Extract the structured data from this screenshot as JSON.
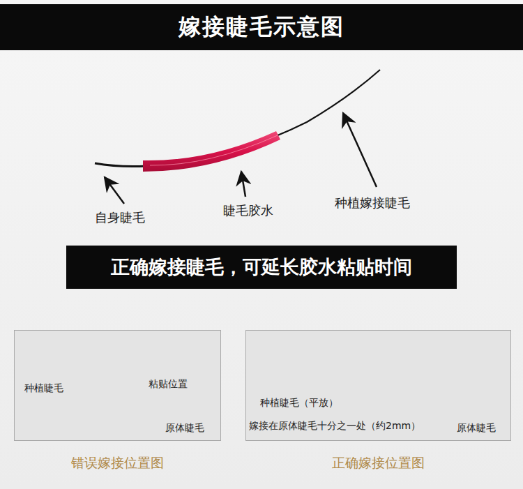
{
  "diagram": {
    "title": "嫁接睫毛示意图",
    "nodes": [
      {
        "text": [
          "正确嫁接睫毛，可延长胶水粘贴时间"
        ]
      },
      {
        "text": [
          "种植睫毛",
          "粘贴位置",
          "原体睫毛",
          "错误嫁接位置图"
        ]
      },
      {
        "text": [
          "种植睫毛（平放）",
          "嫁接在原体睫毛十分之一处（约2mm）",
          "原体睫毛",
          "正确嫁接位置图"
        ]
      }
    ],
    "labels": [
      "自身睫毛",
      "睫毛胶水",
      "种植嫁接睫毛"
    ]
  }
}
